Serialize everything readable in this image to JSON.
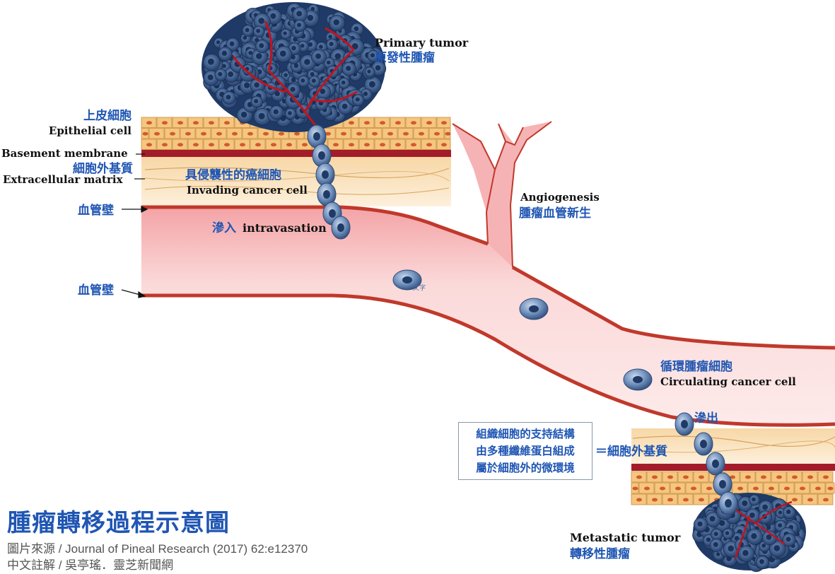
{
  "labels": {
    "primary_tumor_en": "Primary tumor",
    "primary_tumor_zh": "原發性腫瘤",
    "epithelial_zh": "上皮細胞",
    "epithelial_en": "Epithelial  cell",
    "basement_en": "Basement membrane",
    "ecm_zh": "細胞外基質",
    "ecm_en": "Extracellular matrix",
    "invading_zh": "具侵襲性的癌細胞",
    "invading_en": "Invading cancer cell",
    "vessel_wall_1": "血管壁",
    "intravasation_zh": "滲入",
    "intravasation_en": "intravasation",
    "vessel_wall_2": "血管壁",
    "angiogenesis_en": "Angiogenesis",
    "angiogenesis_zh": "腫瘤血管新生",
    "circulating_zh": "循環腫瘤細胞",
    "circulating_en": "Circulating cancer cell",
    "extravasation_zh": "滲出",
    "metastatic_en": "Metastatic tumor",
    "metastatic_zh": "轉移性腫瘤",
    "watermark": "文字"
  },
  "note": {
    "line1": "組織細胞的支持結構",
    "line2": "由多種纖維蛋白組成",
    "line3": "屬於細胞外的微環境",
    "equals": "＝細胞外基質"
  },
  "caption": {
    "title": "腫瘤轉移過程示意圖",
    "source": "圖片來源 / Journal of Pineal Research (2017) 62:e12370",
    "credit": "中文註解 / 吳亭瑤．靈芝新聞網"
  },
  "colors": {
    "label_blue": "#1f56b3",
    "vessel_fill": "#f7b8b8",
    "vessel_wall": "#c0392b",
    "epithelial": "#f5c680",
    "basement": "#a31c2a",
    "ecm": "#f9e2bf",
    "tumor_cell": "#3a5f8f"
  }
}
